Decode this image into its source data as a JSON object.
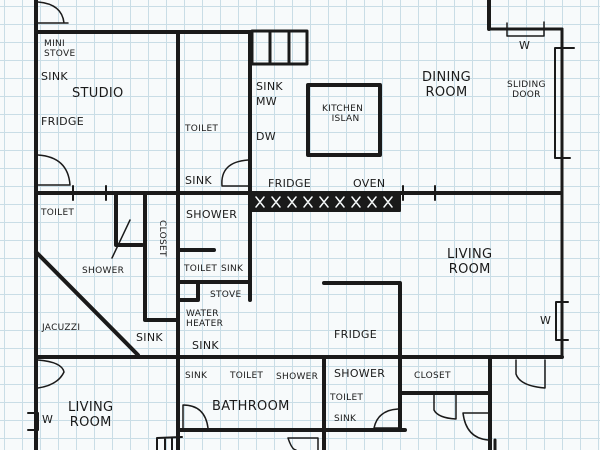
{
  "title": "Hand-drawn floor plan on graph paper",
  "colors": {
    "paper": "#f7fafb",
    "grid": "#c9dde6",
    "ink": "#1a1a1a"
  },
  "rooms": {
    "studio": {
      "name": "STUDIO",
      "fixtures": {
        "mini_stove_1": "MINI",
        "mini_stove_2": "STOVE",
        "sink": "SINK",
        "fridge": "FRIDGE"
      }
    },
    "half_bath_top": {
      "toilet": "TOILET",
      "sink": "SINK"
    },
    "kitchen": {
      "sink": "SINK",
      "mw": "MW",
      "dw": "DW",
      "island_1": "KITCHEN",
      "island_2": "ISLAN",
      "fridge": "FRIDGE",
      "oven": "OVEN"
    },
    "dining": {
      "name_1": "DINING",
      "name_2": "ROOM",
      "sliding_door_1": "SLIDING",
      "sliding_door_2": "DOOR",
      "window": "W"
    },
    "master_bath": {
      "toilet": "TOILET",
      "shower": "SHOWER",
      "jacuzzi": "JACUZZI",
      "sink": "SINK",
      "closet": "CLOSET"
    },
    "mini_bath": {
      "shower": "SHOWER",
      "toilet": "TOILET",
      "sink": "SINK"
    },
    "utility": {
      "stove": "STOVE",
      "water_heater_1": "WATER",
      "water_heater_2": "HEATER",
      "sink": "SINK"
    },
    "living_main": {
      "name_1": "LIVING",
      "name_2": "ROOM",
      "window": "W",
      "fridge": "FRIDGE"
    },
    "living_bottom": {
      "name_1": "LIVING",
      "name_2": "ROOM",
      "window": "W"
    },
    "bathroom": {
      "name": "BATHROOM",
      "sink": "SINK",
      "toilet": "TOILET",
      "shower": "SHOWER"
    },
    "bath_small": {
      "shower": "SHOWER",
      "toilet": "TOILET",
      "sink": "SINK"
    },
    "closet_bottom": {
      "name": "CLOSET"
    }
  }
}
